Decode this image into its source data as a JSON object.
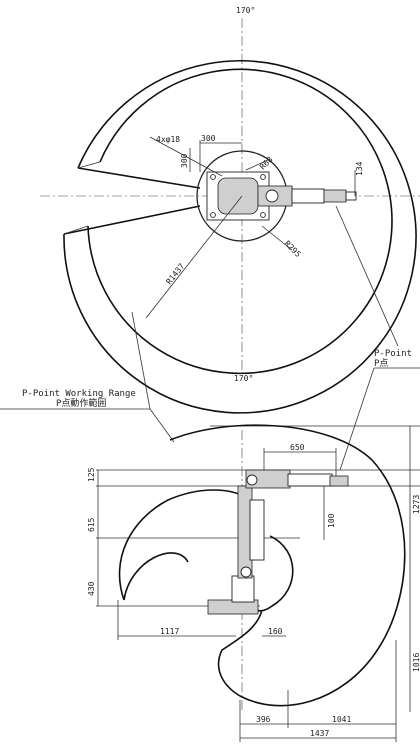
{
  "top_view": {
    "angle_top": "170°",
    "angle_bottom": "170°",
    "hole_callout": "4xφ18",
    "dim_300_h": "300",
    "dim_300_v": "300",
    "dim_134": "134",
    "r68": "R68",
    "r295": "R295",
    "r1437": "R1437"
  },
  "p_point": {
    "label_en": "P-Point",
    "label_jp": "P点"
  },
  "working_range": {
    "label_en": "P-Point Working Range",
    "label_jp": "P点動作範囲"
  },
  "side_view": {
    "dim_650": "650",
    "dim_125": "125",
    "dim_615": "615",
    "dim_430": "430",
    "dim_100": "100",
    "dim_1117": "1117",
    "dim_160": "160",
    "dim_1273": "1273",
    "dim_1016": "1016",
    "dim_396": "396",
    "dim_1041": "1041",
    "dim_1437": "1437"
  }
}
